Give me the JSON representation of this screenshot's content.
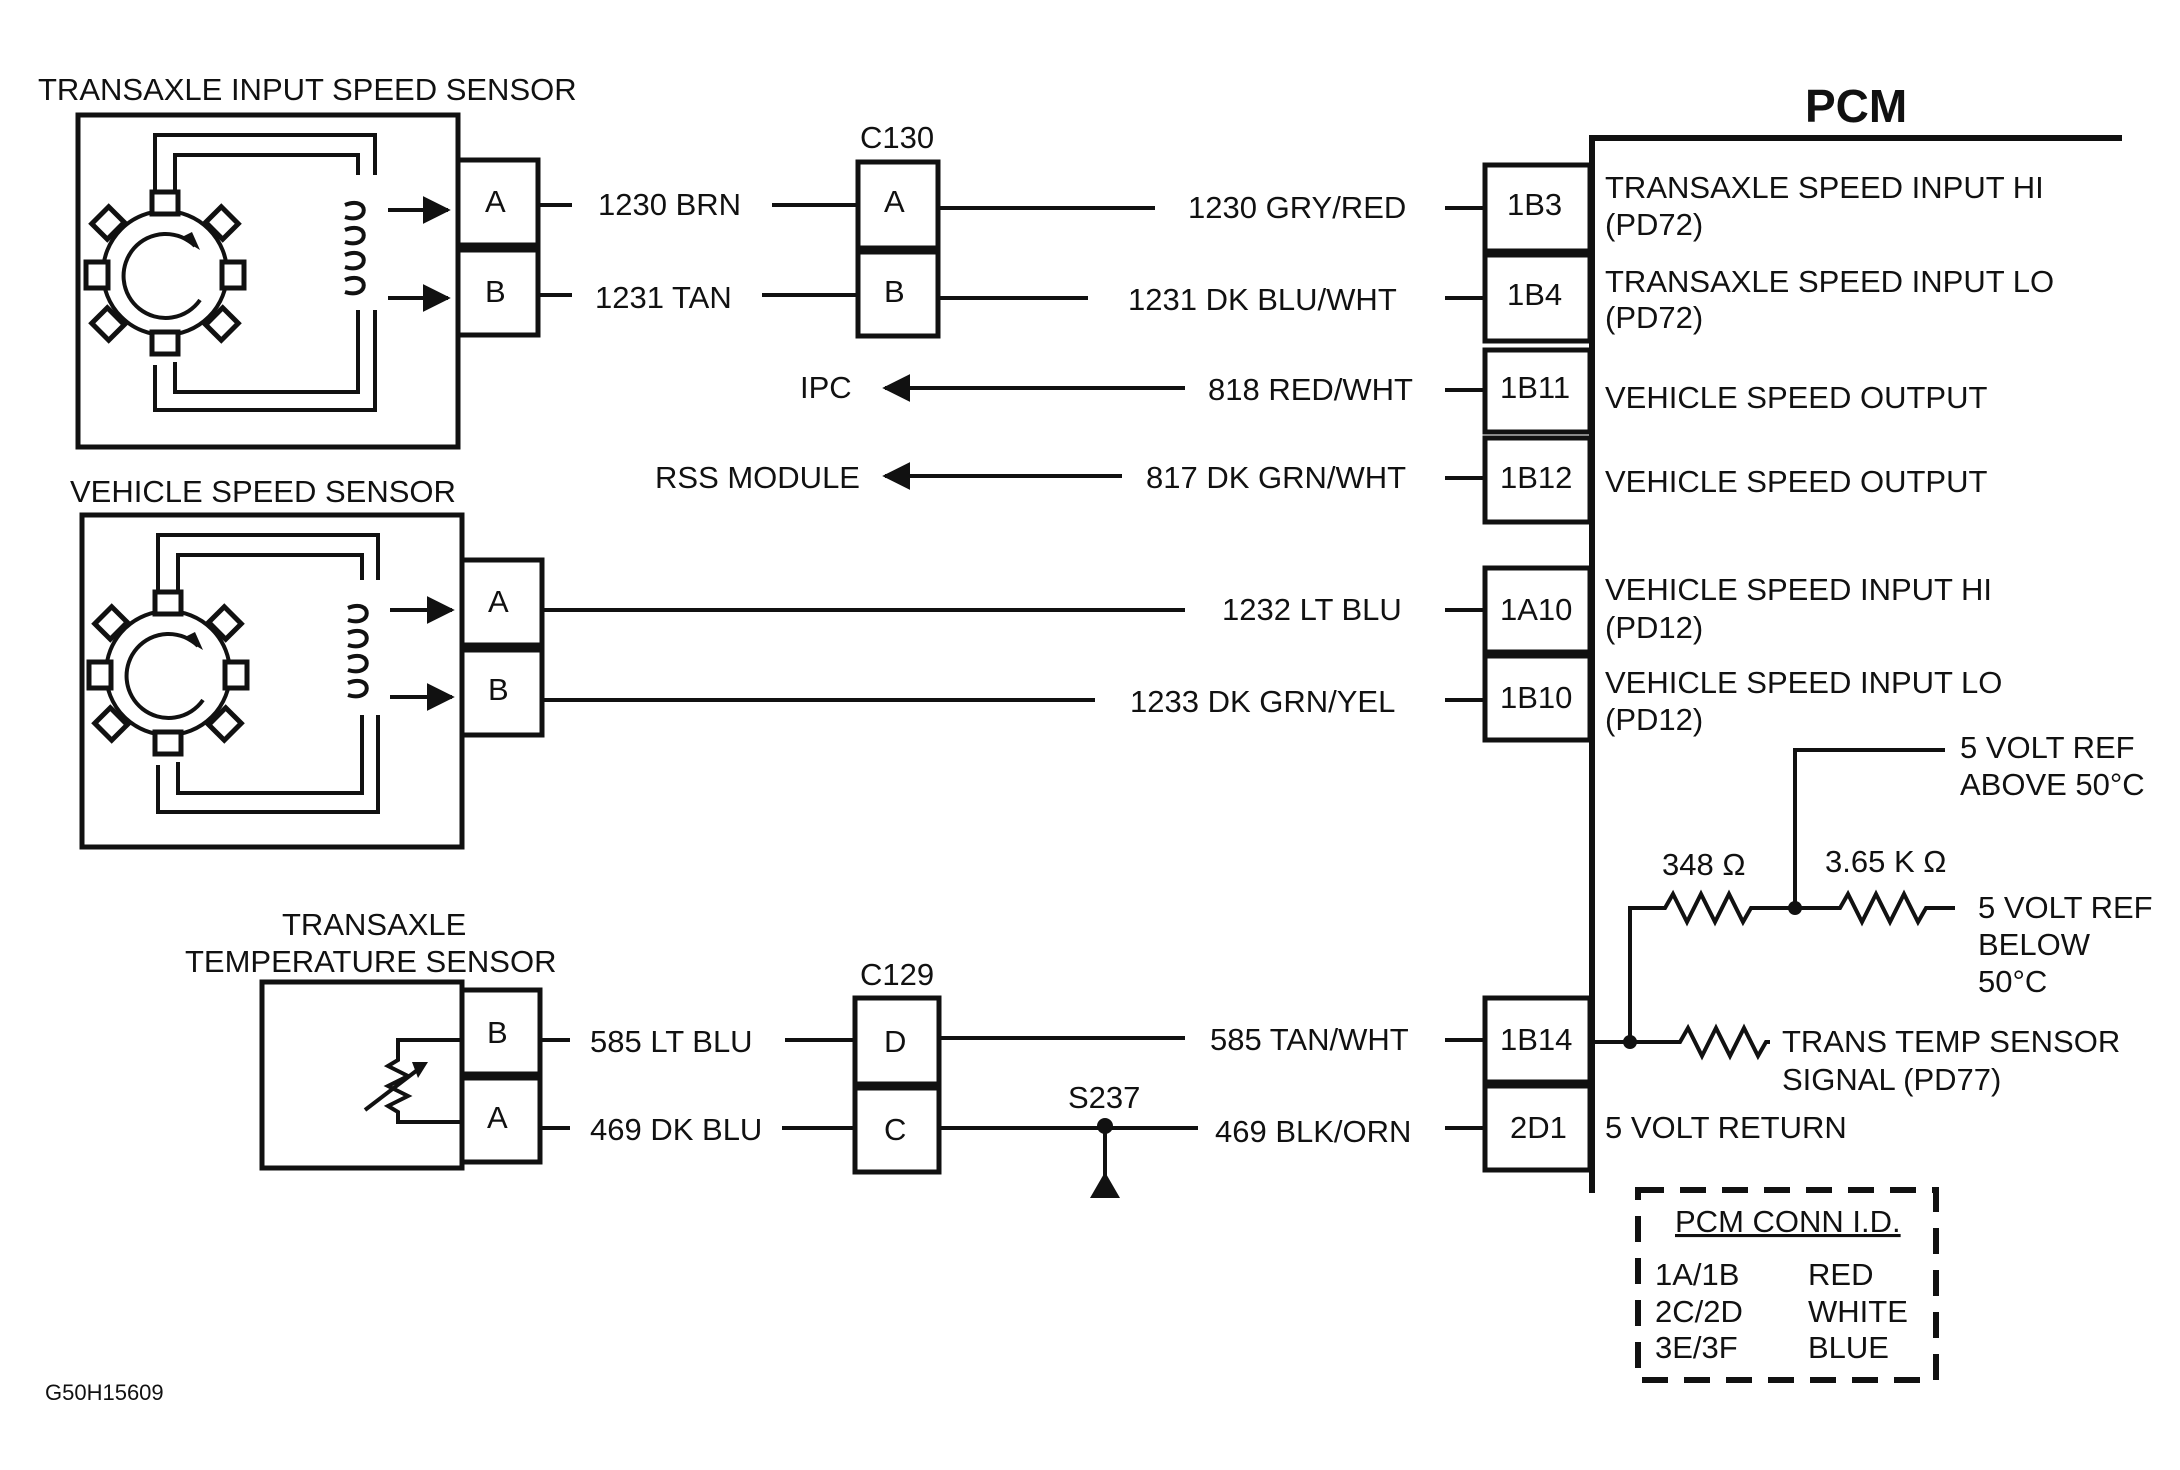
{
  "diagram": {
    "id": "G50H15609",
    "pcm": {
      "title": "PCM",
      "conn_id": {
        "header": "PCM CONN I.D.",
        "rows": [
          {
            "conn": "1A/1B",
            "color": "RED"
          },
          {
            "conn": "2C/2D",
            "color": "WHITE"
          },
          {
            "conn": "3E/3F",
            "color": "BLUE"
          }
        ]
      }
    },
    "components": {
      "input_speed_sensor": "TRANSAXLE INPUT SPEED SENSOR",
      "vehicle_speed_sensor": "VEHICLE SPEED SENSOR",
      "temp_sensor_line1": "TRANSAXLE",
      "temp_sensor_line2": "TEMPERATURE SENSOR"
    },
    "connectors": {
      "c130": "C130",
      "c129": "C129",
      "s237": "S237"
    },
    "pins": {
      "iss_a": "A",
      "iss_b": "B",
      "c130_a": "A",
      "c130_b": "B",
      "vss_a": "A",
      "vss_b": "B",
      "ts_b": "B",
      "ts_a": "A",
      "c129_d": "D",
      "c129_c": "C",
      "p1b3": "1B3",
      "p1b4": "1B4",
      "p1b11": "1B11",
      "p1b12": "1B12",
      "p1a10": "1A10",
      "p1b10": "1B10",
      "p1b14": "1B14",
      "p2d1": "2D1"
    },
    "wires": {
      "w1230_brn": "1230 BRN",
      "w1231_tan": "1231 TAN",
      "w1230_gry": "1230 GRY/RED",
      "w1231_dkblu": "1231 DK BLU/WHT",
      "w818": "818 RED/WHT",
      "w817": "817 DK GRN/WHT",
      "w1232": "1232 LT BLU",
      "w1233": "1233 DK GRN/YEL",
      "w585_lt": "585 LT BLU",
      "w469_dk": "469 DK BLU",
      "w585_tan": "585 TAN/WHT",
      "w469_blk": "469 BLK/ORN"
    },
    "destinations": {
      "ipc": "IPC",
      "rss": "RSS MODULE"
    },
    "signals": {
      "s1b3_l1": "TRANSAXLE SPEED INPUT  HI",
      "s1b3_l2": "(PD72)",
      "s1b4_l1": "TRANSAXLE SPEED INPUT  LO",
      "s1b4_l2": "(PD72)",
      "s1b11": "VEHICLE SPEED OUTPUT",
      "s1b12": "VEHICLE SPEED OUTPUT",
      "s1a10_l1": "VEHICLE SPEED INPUT HI",
      "s1a10_l2": "(PD12)",
      "s1b10_l1": "VEHICLE SPEED INPUT LO",
      "s1b10_l2": "(PD12)",
      "s2d1": "5 VOLT RETURN",
      "ref_above_l1": "5 VOLT REF",
      "ref_above_l2": "ABOVE 50°C",
      "ref_below_l1": "5 VOLT REF",
      "ref_below_l2": "BELOW",
      "ref_below_l3": "50°C",
      "tts_l1": "TRANS TEMP SENSOR",
      "tts_l2": "SIGNAL (PD77)",
      "r348": "348 Ω",
      "r365": "3.65 K Ω"
    }
  }
}
